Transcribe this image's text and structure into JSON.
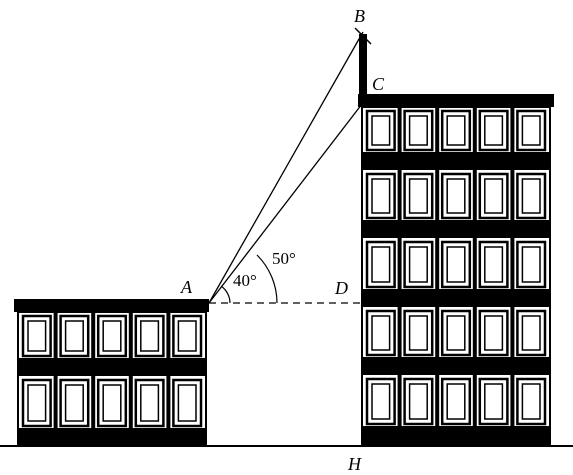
{
  "diagram": {
    "points": {
      "A": "A",
      "B": "B",
      "C": "C",
      "D": "D",
      "H": "H"
    },
    "angles": {
      "angle_BAD": "50°",
      "angle_CAD": "40°"
    }
  },
  "colors": {
    "ink": "#000000",
    "paper": "#ffffff"
  }
}
